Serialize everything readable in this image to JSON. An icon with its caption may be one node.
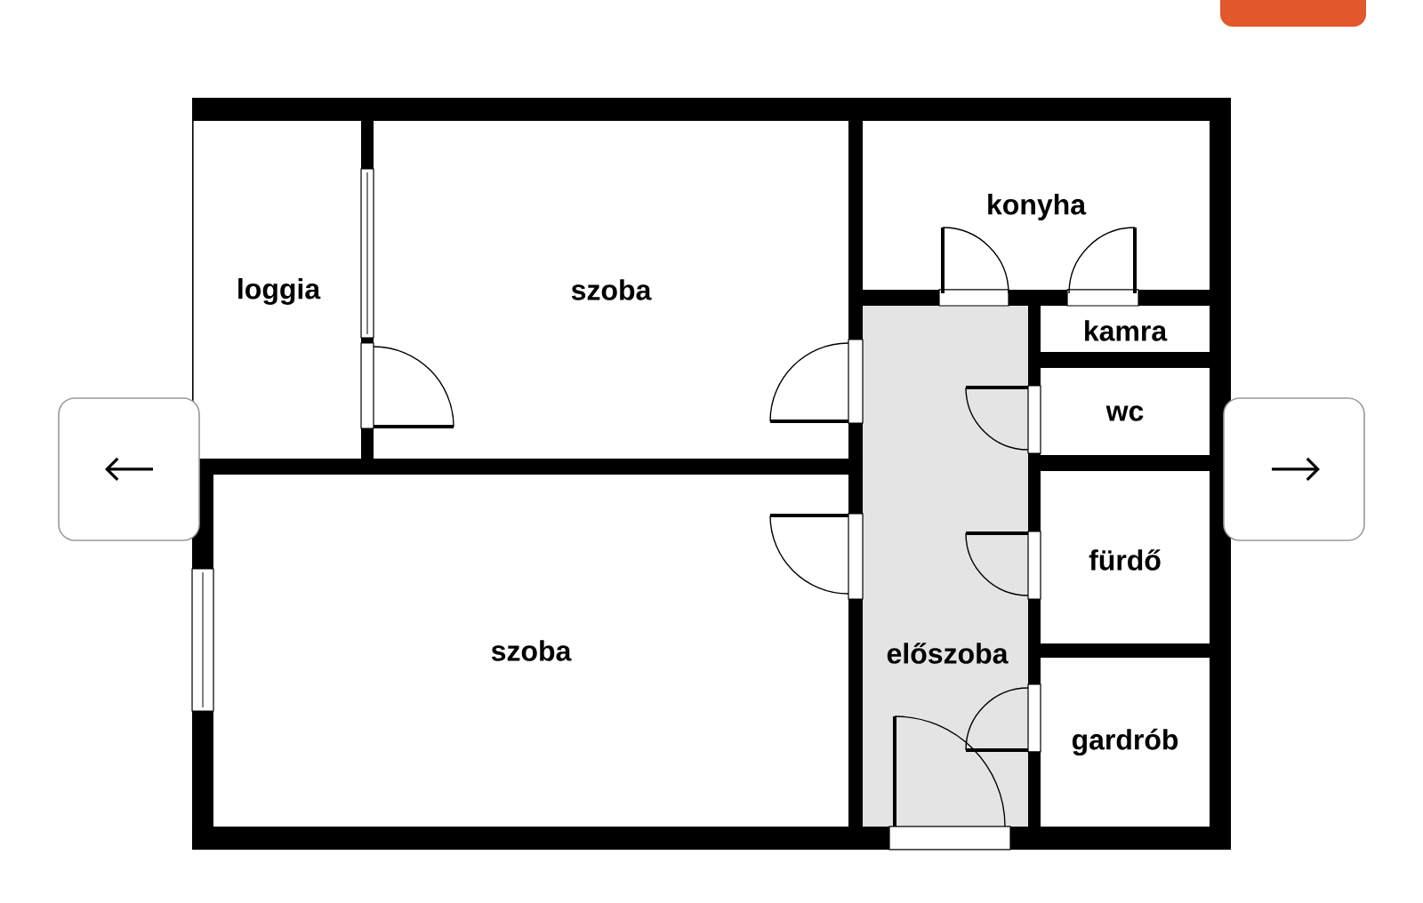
{
  "diagram": {
    "nodes": [
      {
        "text": [
          "loggia"
        ]
      },
      {
        "text": [
          "szoba"
        ]
      },
      {
        "text": [
          "konyha"
        ]
      },
      {
        "text": [
          "kamra"
        ]
      },
      {
        "text": [
          "wc"
        ]
      },
      {
        "text": [
          "fürdő"
        ]
      },
      {
        "text": [
          "szoba"
        ]
      },
      {
        "text": [
          "előszoba"
        ]
      },
      {
        "text": [
          "gardrób"
        ]
      }
    ]
  }
}
